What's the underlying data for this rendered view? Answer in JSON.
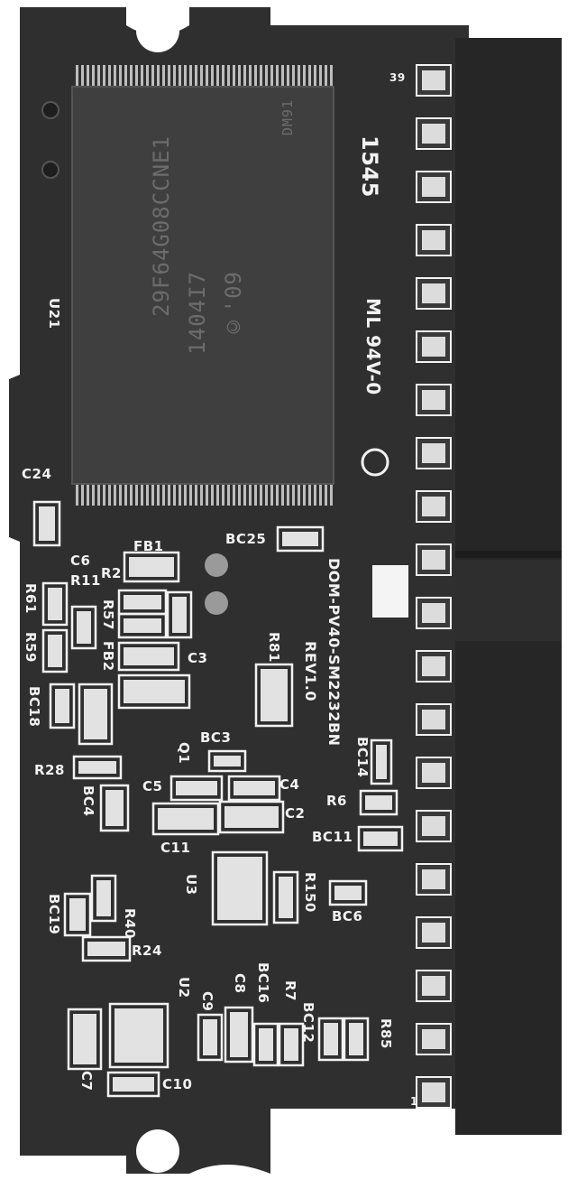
{
  "board": {
    "model_label": "DOM-PV40-SM2232BN",
    "revision_label": "REV1.0",
    "date_code": "1545",
    "ul_rating": "ML 94V-0",
    "pin_first": "1",
    "pin_last": "39",
    "chip_mark_line1": "29F64G08CCNE1",
    "chip_mark_line2": "1404I7",
    "chip_mark_line3": "©'09",
    "chip_mark_corner": "DM91"
  },
  "components": [
    "U21",
    "C24",
    "FB1",
    "C6",
    "R2",
    "R11",
    "R61",
    "R59",
    "R57",
    "FB2",
    "BC18",
    "C3",
    "BC25",
    "R81",
    "BC3",
    "R28",
    "BC4",
    "Q1",
    "C5",
    "C4",
    "C2",
    "C11",
    "BC14",
    "R6",
    "BC11",
    "U3",
    "R150",
    "BC6",
    "R40",
    "BC19",
    "R24",
    "U2",
    "C9",
    "C8",
    "BC16",
    "R7",
    "BC12",
    "R85",
    "C7",
    "C10"
  ],
  "colors": {
    "pcb": "#2f2f2f",
    "silkscreen": "#f2f2f2",
    "connector": "#262626",
    "chip": "#3f3f3f",
    "pad": "#dcdcdc",
    "background": "#ffffff"
  }
}
